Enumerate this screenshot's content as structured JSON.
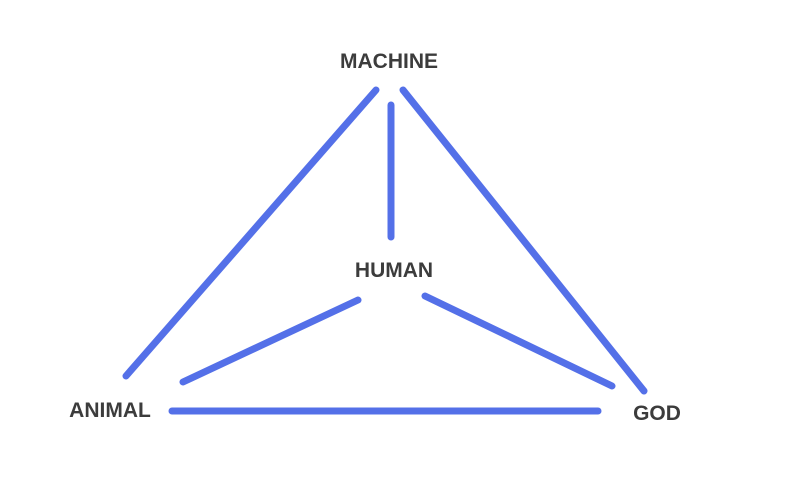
{
  "diagram": {
    "nodes": {
      "machine": {
        "label": "MACHINE"
      },
      "human": {
        "label": "HUMAN"
      },
      "animal": {
        "label": "ANIMAL"
      },
      "god": {
        "label": "GOD"
      }
    },
    "edges": [
      {
        "from": "machine",
        "to": "animal"
      },
      {
        "from": "machine",
        "to": "human"
      },
      {
        "from": "machine",
        "to": "god"
      },
      {
        "from": "human",
        "to": "animal"
      },
      {
        "from": "human",
        "to": "god"
      },
      {
        "from": "animal",
        "to": "god"
      }
    ],
    "colors": {
      "edge": "#5470e8",
      "label": "#3c3c3c",
      "background": "#ffffff"
    }
  }
}
